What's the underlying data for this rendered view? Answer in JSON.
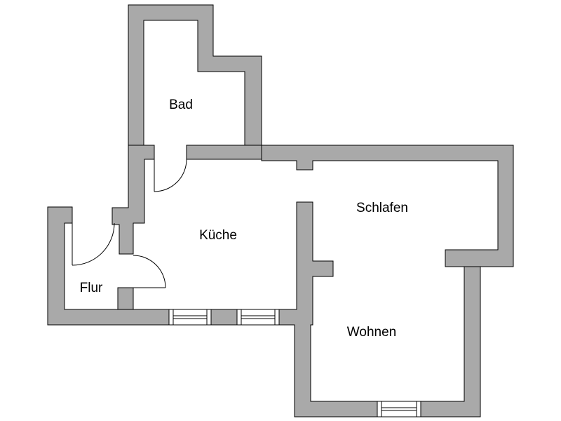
{
  "colors": {
    "wall": "#a9a9a9",
    "line": "#000000",
    "background": "#ffffff"
  },
  "rooms": {
    "bad": "Bad",
    "kueche": "Küche",
    "schlafen": "Schlafen",
    "flur": "Flur",
    "wohnen": "Wohnen"
  }
}
